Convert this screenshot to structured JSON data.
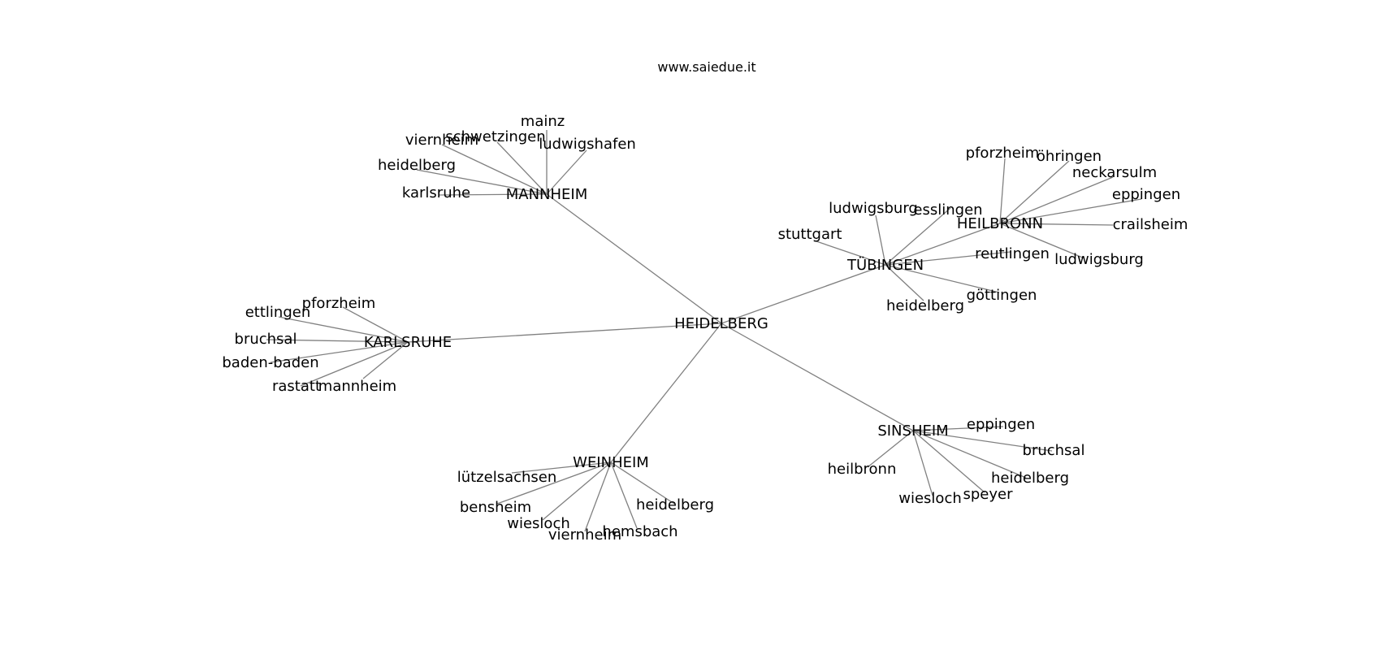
{
  "title": "www.saiedue.it",
  "center": "HEIDELBERG",
  "clusters": [
    {
      "id": "mannheim",
      "label": "MANNHEIM",
      "children": [
        "mainz",
        "schwetzingen",
        "ludwigshafen",
        "viernheim",
        "heidelberg",
        "karlsruhe"
      ]
    },
    {
      "id": "karlsruhe",
      "label": "KARLSRUHE",
      "children": [
        "pforzheim",
        "ettlingen",
        "bruchsal",
        "baden-baden",
        "rastatt",
        "mannheim"
      ]
    },
    {
      "id": "weinheim",
      "label": "WEINHEIM",
      "children": [
        "lützelsachsen",
        "bensheim",
        "wiesloch",
        "viernheim",
        "hemsbach",
        "heidelberg"
      ]
    },
    {
      "id": "sinsheim",
      "label": "SINSHEIM",
      "children": [
        "eppingen",
        "bruchsal",
        "heidelberg",
        "speyer",
        "wiesloch",
        "heilbronn"
      ]
    },
    {
      "id": "tuebingen",
      "label": "TÜBINGEN",
      "children": [
        "ludwigsburg",
        "esslingen",
        "stuttgart",
        "reutlingen",
        "göttingen",
        "heidelberg",
        "HEILBRONN"
      ]
    },
    {
      "id": "heilbronn",
      "label": "HEILBRONN",
      "parent": "tuebingen",
      "children": [
        "pforzheim",
        "öhringen",
        "neckarsulm",
        "eppingen",
        "crailsheim",
        "ludwigsburg"
      ]
    }
  ]
}
